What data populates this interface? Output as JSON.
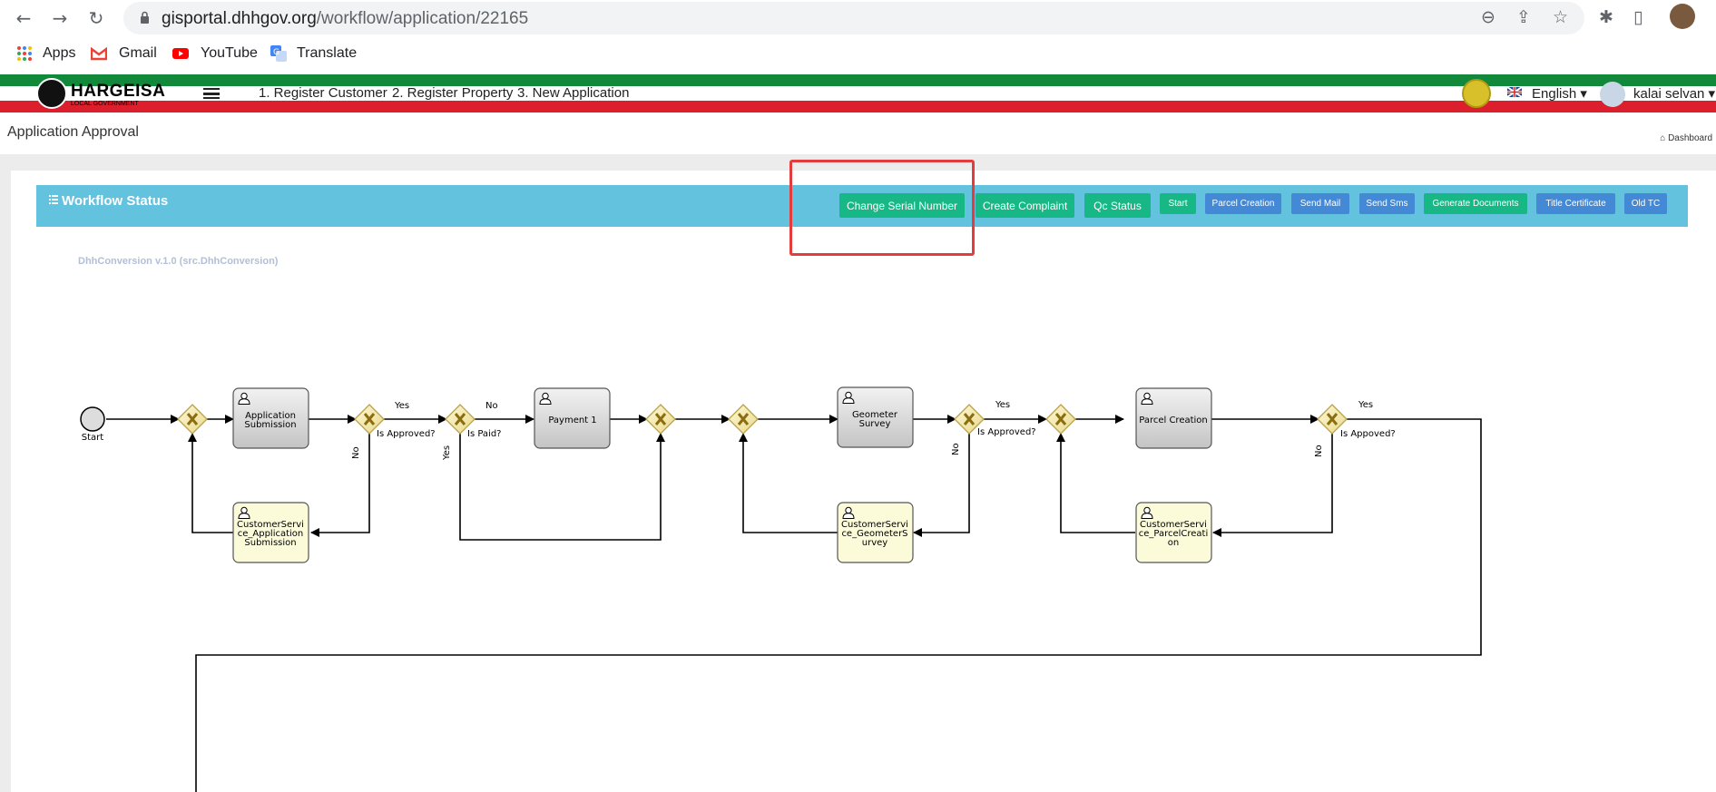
{
  "browser": {
    "url_host": "gisportal.dhhgov.org",
    "url_path": "/workflow/application/22165",
    "bookmarks": [
      "Apps",
      "Gmail",
      "YouTube",
      "Translate"
    ]
  },
  "header": {
    "logo_text": "HARGEISA",
    "logo_sub": "LOCAL GOVERNMENT",
    "nav": [
      "1. Register Customer",
      "2. Register Property",
      "3. New Application"
    ],
    "language": "English",
    "user": "kalai selvan"
  },
  "page": {
    "title": "Application Approval",
    "breadcrumb": "Dashboard"
  },
  "workflow": {
    "title": "Workflow Status",
    "version": "DhhConversion v.1.0 (src.DhhConversion)",
    "buttons": [
      {
        "label": "Change Serial Number",
        "color": "green"
      },
      {
        "label": "Create Complaint",
        "color": "green"
      },
      {
        "label": "Qc Status",
        "color": "green"
      },
      {
        "label": "Start",
        "color": "green"
      },
      {
        "label": "Parcel Creation",
        "color": "blue"
      },
      {
        "label": "Send Mail",
        "color": "blue"
      },
      {
        "label": "Send Sms",
        "color": "blue"
      },
      {
        "label": "Generate Documents",
        "color": "green"
      },
      {
        "label": "Title Certificate",
        "color": "blue"
      },
      {
        "label": "Old TC",
        "color": "blue"
      }
    ]
  },
  "diagram": {
    "start_label": "Start",
    "tasks": {
      "t1": [
        "Application",
        "Submission"
      ],
      "t2": [
        "Payment 1"
      ],
      "t3": [
        "Geometer",
        "Survey"
      ],
      "t4": [
        "Parcel Creation"
      ],
      "cs1": [
        "CustomerServi",
        "ce_Application",
        "Submission"
      ],
      "cs2": [
        "CustomerServi",
        "ce_GeometerS",
        "urvey"
      ],
      "cs3": [
        "CustomerServi",
        "ce_ParcelCreati",
        "on"
      ]
    },
    "labels": {
      "yes": "Yes",
      "no": "No",
      "is_approved": "Is Approved?",
      "is_paid": "Is Paid?",
      "is_appoved": "Is Appoved?"
    }
  },
  "colors": {
    "green_strip": "#11883a",
    "red_strip": "#dc1f2d",
    "panel_header": "#63c2de",
    "button_green": "#17b885",
    "button_blue": "#4489d6",
    "highlight": "#e23c3c"
  }
}
